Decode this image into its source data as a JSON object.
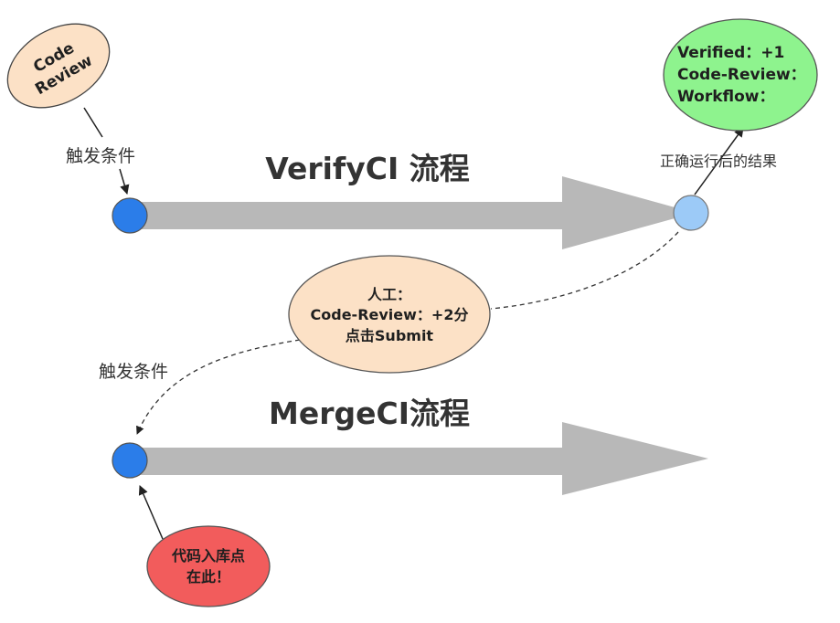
{
  "diagram": {
    "flows": {
      "verify_title": "VerifyCI 流程",
      "merge_title": "MergeCI流程"
    },
    "bubbles": {
      "code_review": [
        "Code",
        "Review"
      ],
      "result": [
        "Verified：+1",
        "Code-Review：",
        "Workflow："
      ],
      "manual": [
        "人工：",
        "Code-Review：+2分",
        "点击Submit"
      ],
      "entry_point": [
        "代码入库点",
        "在此！"
      ]
    },
    "labels": {
      "trigger_top": "触发条件",
      "trigger_bottom": "触发条件",
      "after_run": "正确运行后的结果"
    },
    "colors": {
      "arrow_gray": "#b8b8b8",
      "node_blue": "#2b7de9",
      "node_light_blue": "#9ccaf7",
      "peach": "#fce1c6",
      "green": "#8ef38e",
      "red": "#f25c5c"
    }
  }
}
